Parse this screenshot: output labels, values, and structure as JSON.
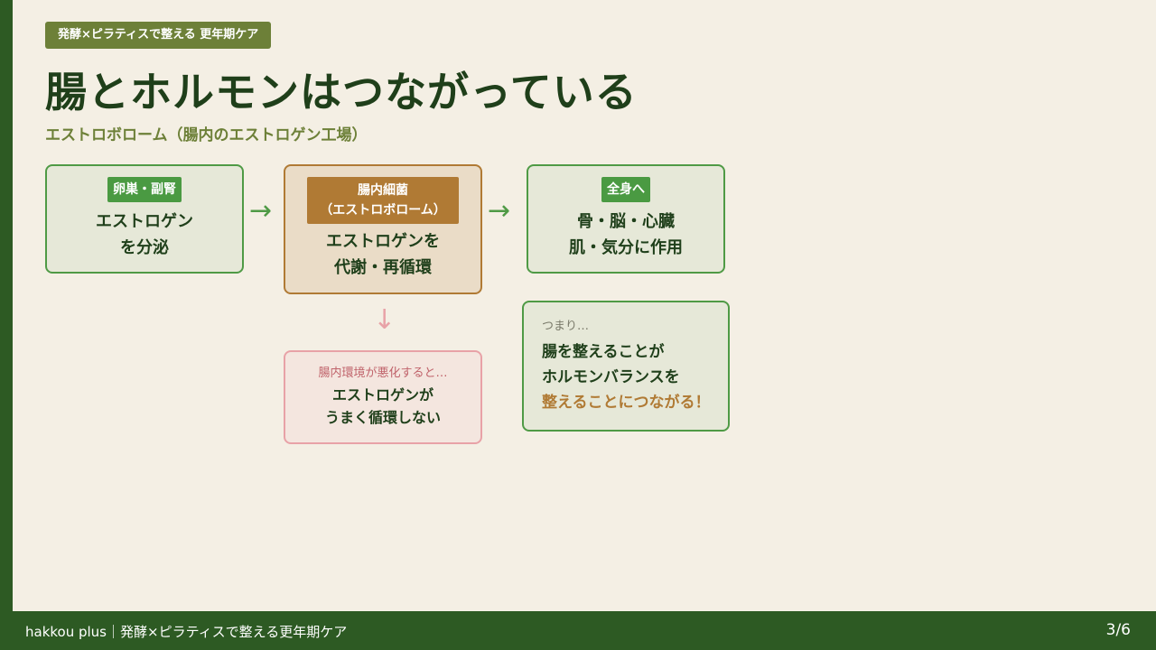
{
  "header": {
    "tag": "発酵×ピラティスで整える 更年期ケア",
    "title": "腸とホルモンはつながっている",
    "subtitle": "エストロボローム（腸内のエストロゲン工場）"
  },
  "flow": {
    "box1": {
      "badge": "卵巣・副腎",
      "lines": [
        "エストロゲン",
        "を分泌"
      ]
    },
    "box2": {
      "badge_lines": [
        "腸内細菌",
        "（エストロボローム）"
      ],
      "lines": [
        "エストロゲンを",
        "代謝・再循環"
      ]
    },
    "box3": {
      "badge": "全身へ",
      "lines": [
        "骨・脳・心臓",
        "肌・気分に作用"
      ]
    },
    "arrow_right": "→",
    "arrow_down": "↓"
  },
  "warning": {
    "label": "腸内環境が悪化すると…",
    "lines": [
      "エストロゲンが",
      "うまく循環しない"
    ]
  },
  "summary": {
    "label": "つまり…",
    "lines": [
      "腸を整えることが",
      "ホルモンバランスを"
    ],
    "accent": "整えることにつながる！"
  },
  "footer": {
    "text": "hakkou plus｜発酵×ピラティスで整える更年期ケア",
    "page": "3/6"
  },
  "colors": {
    "dark_green": "#2d5a23",
    "olive": "#6d8038",
    "green": "#4f9a45",
    "brown": "#b07a34",
    "pink": "#e8a2a7",
    "background": "#f4efe4"
  }
}
